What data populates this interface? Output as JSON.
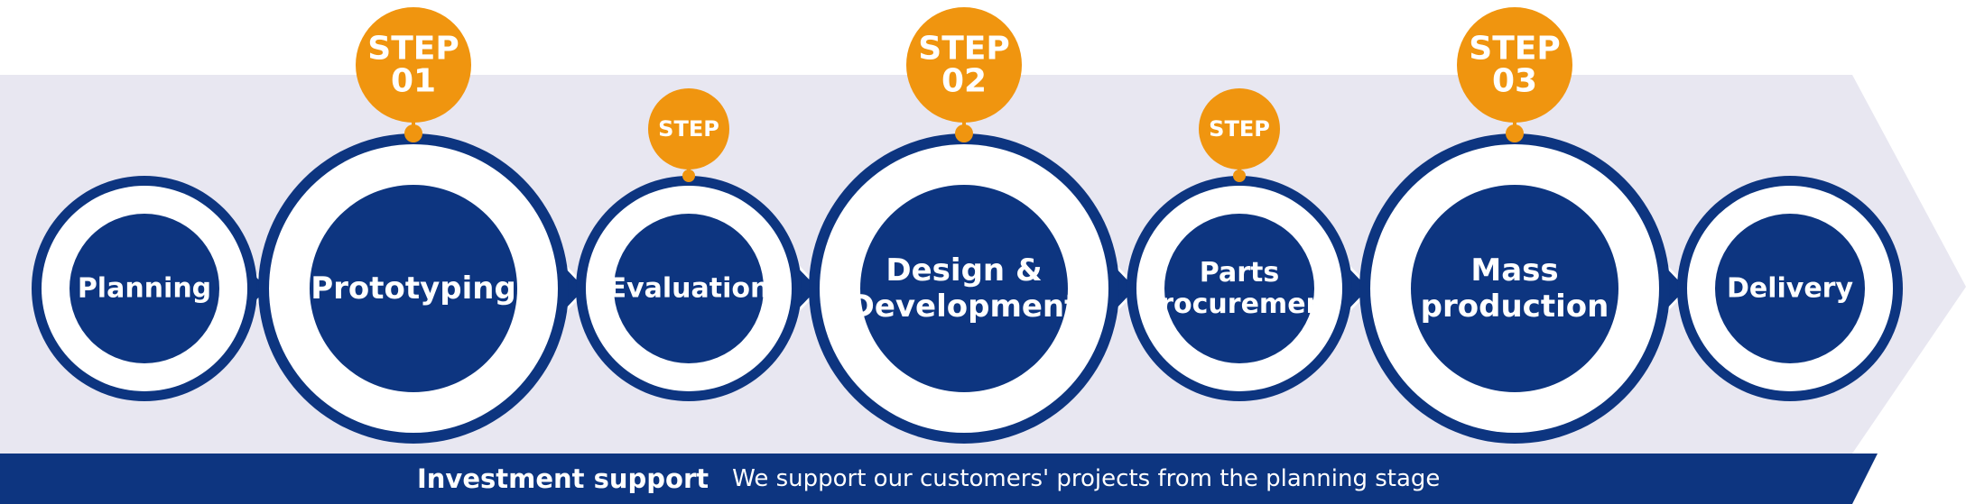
{
  "colors": {
    "navy": "#0d3580",
    "orange": "#f0950f",
    "band": "#e8e7f1",
    "white": "#ffffff"
  },
  "stages": [
    {
      "label": [
        "Planning"
      ],
      "size": "small",
      "badge": null
    },
    {
      "label": [
        "Prototyping"
      ],
      "size": "large",
      "badge": [
        "STEP",
        "01"
      ]
    },
    {
      "label": [
        "Evaluation"
      ],
      "size": "small",
      "badge": [
        "STEP"
      ]
    },
    {
      "label": [
        "Design &",
        "Development"
      ],
      "size": "large",
      "badge": [
        "STEP",
        "02"
      ]
    },
    {
      "label": [
        "Parts",
        "procurement"
      ],
      "size": "small",
      "badge": [
        "STEP"
      ]
    },
    {
      "label": [
        "Mass",
        "production"
      ],
      "size": "large",
      "badge": [
        "STEP",
        "03"
      ]
    },
    {
      "label": [
        "Delivery"
      ],
      "size": "small",
      "badge": null
    }
  ],
  "bottom_bar": {
    "title": "Investment support",
    "text": "We support our customers' projects from the planning stage"
  }
}
